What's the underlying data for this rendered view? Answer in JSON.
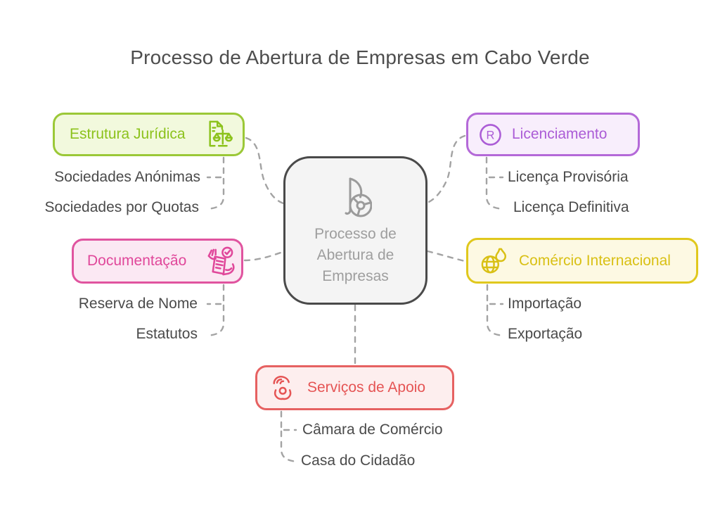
{
  "title": "Processo de Abertura de Empresas em Cabo Verde",
  "center": {
    "icon": "napkin-logo-icon",
    "label_lines": [
      "Processo de",
      "Abertura de",
      "Empresas"
    ]
  },
  "branches": [
    {
      "id": "estrutura-juridica",
      "label": "Estrutura Jurídica",
      "icon": "legal-document-scales-icon",
      "border_color": "#9bc837",
      "text_color": "#8cc21c",
      "bg_color": "#f2f9dd",
      "children": [
        "Sociedades Anónimas",
        "Sociedades por Quotas"
      ]
    },
    {
      "id": "licenciamento",
      "label": "Licenciamento",
      "icon": "registered-trademark-icon",
      "icon_letter": "R",
      "border_color": "#b469d8",
      "text_color": "#ab5cd6",
      "bg_color": "#f8eefc",
      "children": [
        "Licença Provisória",
        "Licença Definitiva"
      ]
    },
    {
      "id": "documentacao",
      "label": "Documentação",
      "icon": "document-verification-hand-icon",
      "border_color": "#e0549f",
      "text_color": "#e0479a",
      "bg_color": "#fbe8f3",
      "children": [
        "Reserva de Nome",
        "Estatutos"
      ]
    },
    {
      "id": "comercio-internacional",
      "label": "Comércio Internacional",
      "icon": "globe-flame-icon",
      "border_color": "#e0c81d",
      "text_color": "#d9c014",
      "bg_color": "#fdf9e3",
      "children": [
        "Importação",
        "Exportação"
      ]
    },
    {
      "id": "servicos-de-apoio",
      "label": "Serviços de Apoio",
      "icon": "supporting-hands-icon",
      "border_color": "#e66161",
      "text_color": "#e55454",
      "bg_color": "#fdeeee",
      "children": [
        "Câmara de Comércio",
        "Casa do Cidadão"
      ]
    }
  ],
  "colors": {
    "background": "#ffffff",
    "connector": "#a3a3a3",
    "title_text": "#4d4d4d",
    "sub_label_text": "#4a4a4a",
    "center_border": "#4a4a4a",
    "center_bg": "#f4f4f4",
    "center_text": "#9e9e9e"
  }
}
